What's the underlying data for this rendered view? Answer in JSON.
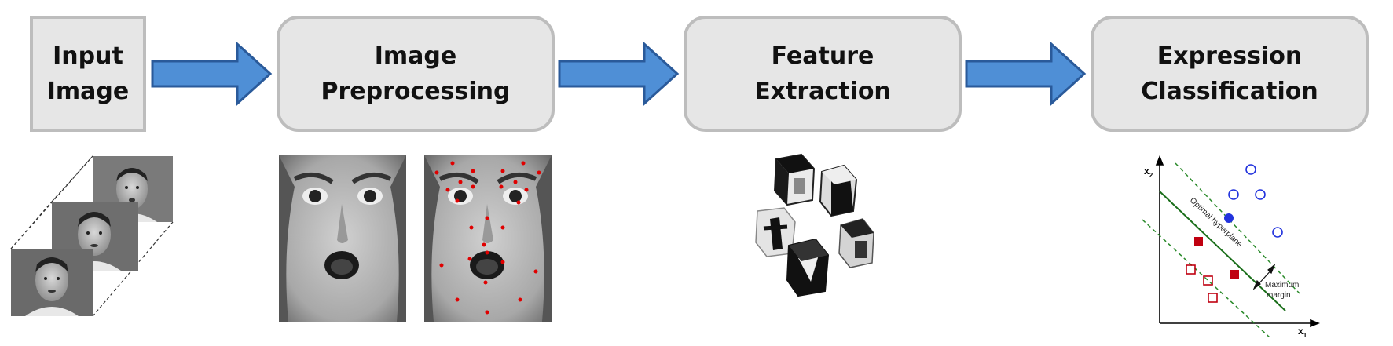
{
  "steps": [
    {
      "line1": "Input",
      "line2": "Image"
    },
    {
      "line1": "Image",
      "line2": "Preprocessing"
    },
    {
      "line1": "Feature",
      "line2": "Extraction"
    },
    {
      "line1": "Expression",
      "line2": "Classification"
    }
  ],
  "svm_plot": {
    "x_axis_label": "x",
    "x_axis_sub": "1",
    "y_axis_label": "x",
    "y_axis_sub": "2",
    "hyperplane_label": "Optimal hyperplane",
    "margin_label_line1": "Maximum",
    "margin_label_line2": "margin"
  },
  "colors": {
    "box_fill": "#e6e6e6",
    "box_border": "#bdbdbd",
    "arrow_fill": "#4f8fd6",
    "arrow_stroke": "#2a5a9a",
    "landmark": "#e00000",
    "circle_class": "#2233dd",
    "square_class": "#c00010",
    "hyperplane": "#1a6e1a"
  }
}
